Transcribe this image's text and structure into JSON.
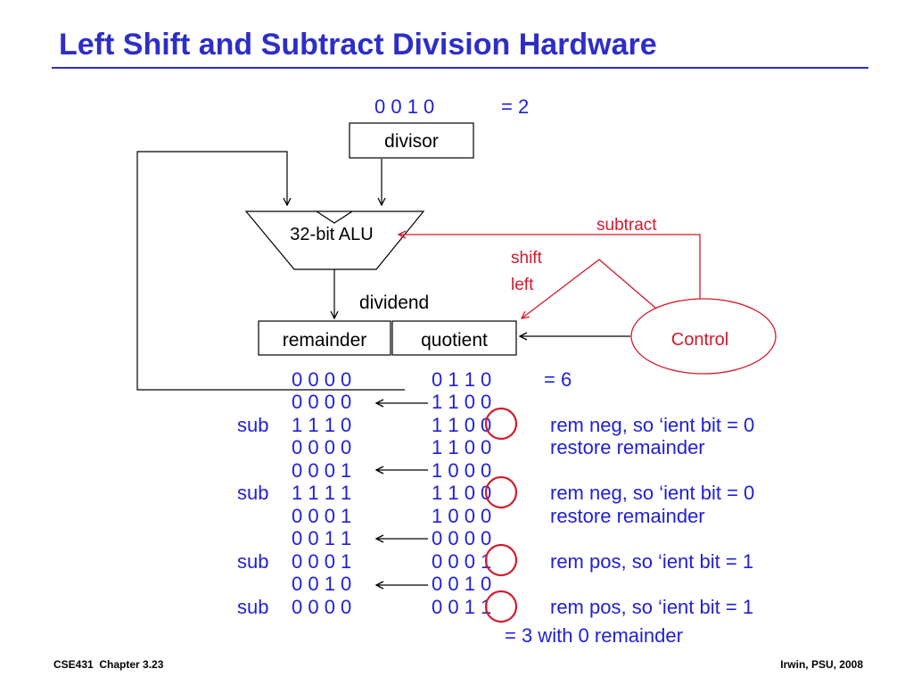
{
  "slide": {
    "title": "Left Shift and Subtract Division Hardware",
    "footer_left": "CSE431  Chapter 3.23",
    "footer_right": "Irwin, PSU, 2008"
  },
  "diagram": {
    "divisor_value": "0 0 1 0",
    "divisor_decimal": "= 2",
    "divisor_label": "divisor",
    "alu_label": "32-bit ALU",
    "dividend_label": "dividend",
    "remainder_label": "remainder",
    "quotient_label": "quotient",
    "control_label": "Control",
    "subtract_label": "subtract",
    "shift_label": "shift",
    "left_label": "left"
  },
  "trace": {
    "dividend_decimal": "= 6",
    "result": "= 3 with 0 remainder",
    "rows": [
      {
        "op": "",
        "rem": "0 0 0 0",
        "quo": "0 1 1 0",
        "note": ""
      },
      {
        "op": "",
        "rem": "0 0 0 0",
        "quo": "1 1 0 0",
        "note": ""
      },
      {
        "op": "sub",
        "rem": "1 1 1 0",
        "quo": "1 1 0 0",
        "note": "rem neg, so ‘ient bit = 0"
      },
      {
        "op": "",
        "rem": "0 0 0 0",
        "quo": "1 1 0 0",
        "note": "restore remainder"
      },
      {
        "op": "",
        "rem": "0 0 0 1",
        "quo": "1 0 0 0",
        "note": ""
      },
      {
        "op": "sub",
        "rem": "1 1 1 1",
        "quo": "1 1 0 0",
        "note": "rem neg, so ‘ient bit = 0"
      },
      {
        "op": "",
        "rem": "0 0 0 1",
        "quo": "1 0 0 0",
        "note": "restore remainder"
      },
      {
        "op": "",
        "rem": "0 0 1 1",
        "quo": "0 0 0 0",
        "note": ""
      },
      {
        "op": "sub",
        "rem": "0 0 0 1",
        "quo": "0 0 0 1",
        "note": "rem pos, so ‘ient bit = 1"
      },
      {
        "op": "",
        "rem": "0 0 1 0",
        "quo": "0 0 1 0",
        "note": ""
      },
      {
        "op": "sub",
        "rem": "0 0 0 0",
        "quo": "0 0 1 1",
        "note": "rem pos, so ‘ient bit = 1"
      }
    ]
  }
}
